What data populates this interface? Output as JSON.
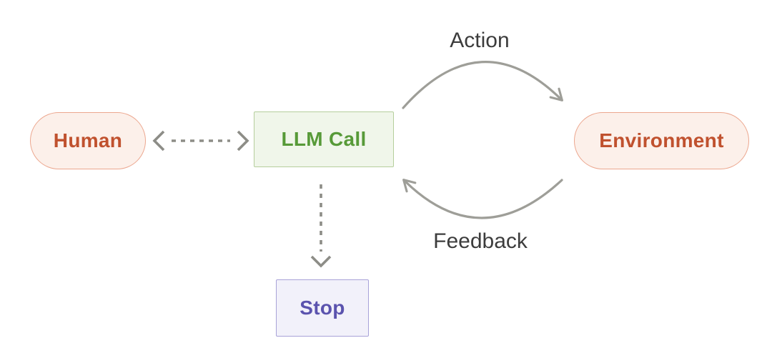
{
  "nodes": {
    "human": {
      "label": "Human"
    },
    "llm_call": {
      "label": "LLM Call"
    },
    "environment": {
      "label": "Environment"
    },
    "stop": {
      "label": "Stop"
    }
  },
  "edges": {
    "action": {
      "label": "Action",
      "from": "LLM Call",
      "to": "Environment",
      "style": "solid-curved-arrow"
    },
    "feedback": {
      "label": "Feedback",
      "from": "Environment",
      "to": "LLM Call",
      "style": "solid-curved-arrow"
    },
    "human_llm": {
      "from": "Human",
      "to": "LLM Call",
      "style": "dashed",
      "bidirectional": true
    },
    "llm_stop": {
      "from": "LLM Call",
      "to": "Stop",
      "style": "dashed",
      "bidirectional": false
    }
  },
  "colors": {
    "background": "#FFFFFF",
    "pill_fill": "#FCF0EA",
    "pill_border": "#ECA78F",
    "pill_text": "#C0512E",
    "green_fill": "#F0F6EA",
    "green_border": "#B5CE9C",
    "green_text": "#579A38",
    "purple_fill": "#F2F1FA",
    "purple_border": "#A8A2D8",
    "purple_text": "#5B53AE",
    "arc_gray": "#9E9E98",
    "dashed_gray": "#8D8D87",
    "label_text": "#3C3C3C"
  }
}
